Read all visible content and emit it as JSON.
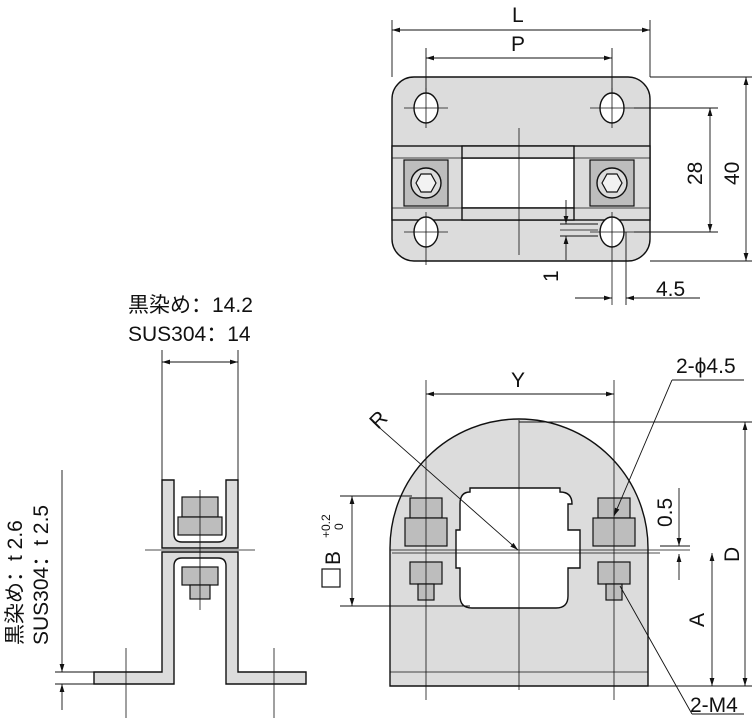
{
  "top_view": {
    "dim_L": "L",
    "dim_P": "P",
    "dim_28": "28",
    "dim_40": "40",
    "dim_1": "1",
    "dim_4_5": "4.5"
  },
  "side_view": {
    "width_black": "黒染め：14.2",
    "width_sus": "SUS304：14",
    "thick_black": "黒染め：t 2.6",
    "thick_sus": "SUS304：t 2.5"
  },
  "front_view": {
    "dim_Y": "Y",
    "dim_R": "R",
    "hole_label": "2-ϕ4.5",
    "dim_B": "B",
    "tol_upper": "+0.2",
    "tol_lower": "0",
    "dim_0_5": "0.5",
    "dim_D": "D",
    "dim_A": "A",
    "tap_label": "2-M4"
  }
}
